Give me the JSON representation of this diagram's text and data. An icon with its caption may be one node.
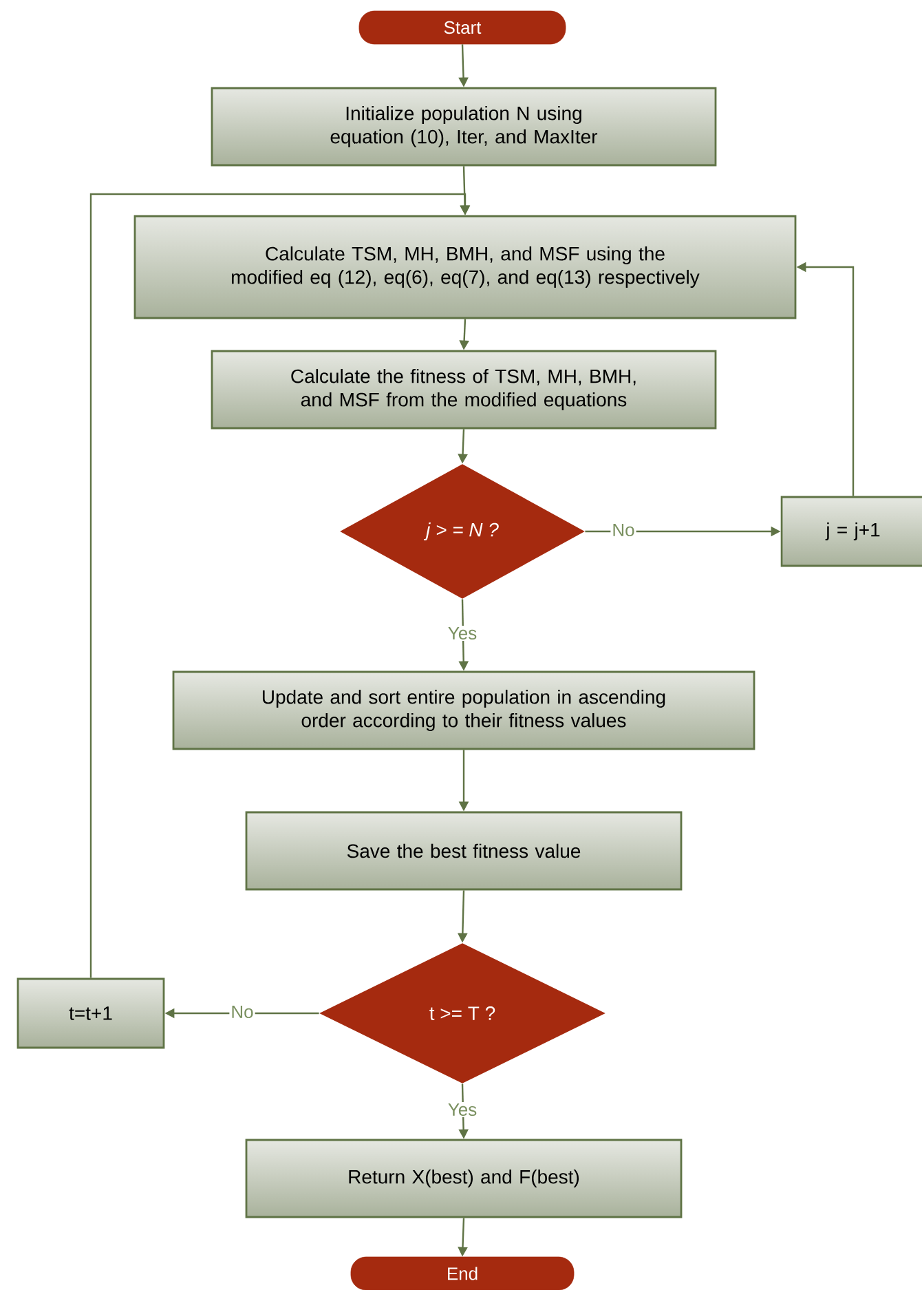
{
  "diagram": {
    "nodes": [
      {
        "text": [
          "Start"
        ]
      },
      {
        "text": [
          "Initialize population N using equation (10), Iter, and MaxIter"
        ]
      },
      {
        "text": [
          "Calculate TSM, MH, BMH, and MSF using the modified eq (12), eq(6), eq(7), and eq(13) respectively"
        ]
      },
      {
        "text": [
          "Calculate the fitness of TSM, MH, BMH, and MSF from the modified equations"
        ]
      },
      {
        "text": [
          "j > = N ?"
        ]
      },
      {
        "text": [
          "j = j+1"
        ]
      },
      {
        "text": [
          "Update and sort entire population in ascending order according to their fitness values"
        ]
      },
      {
        "text": [
          "Save the best fitness value"
        ]
      },
      {
        "text": [
          "t >= T ?"
        ]
      },
      {
        "text": [
          "t=t+1"
        ]
      },
      {
        "text": [
          "Return X(best) and F(best)"
        ]
      },
      {
        "text": [
          "End"
        ]
      }
    ],
    "edges": [
      {
        "from": 0,
        "to": 1,
        "arrow": "to"
      },
      {
        "from": 1,
        "to": 2,
        "arrow": "to"
      },
      {
        "from": 2,
        "to": 3,
        "arrow": "to"
      },
      {
        "from": 3,
        "to": 4,
        "arrow": "to"
      },
      {
        "from": 4,
        "to": 5,
        "arrow": "to",
        "label": "No"
      },
      {
        "from": 5,
        "to": 2,
        "arrow": "to"
      },
      {
        "from": 4,
        "to": 6,
        "arrow": "to",
        "label": "Yes"
      },
      {
        "from": 6,
        "to": 7,
        "arrow": "to"
      },
      {
        "from": 7,
        "to": 8,
        "arrow": "to"
      },
      {
        "from": 8,
        "to": 9,
        "arrow": "to",
        "label": "No"
      },
      {
        "from": 9,
        "to": 2,
        "arrow": "to"
      },
      {
        "from": 8,
        "to": 10,
        "arrow": "to",
        "label": "Yes"
      },
      {
        "from": 10,
        "to": 11,
        "arrow": "to"
      }
    ]
  }
}
